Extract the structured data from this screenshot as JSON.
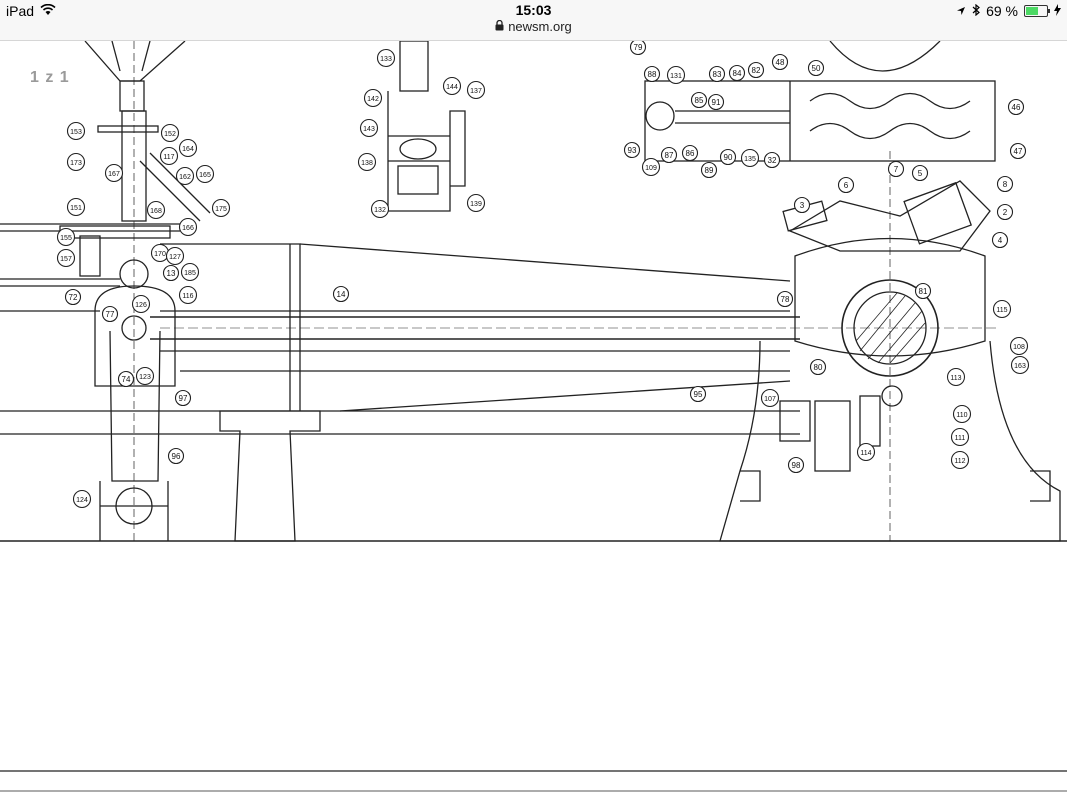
{
  "status_bar": {
    "device": "iPad",
    "time": "15:03",
    "url": "newsm.org",
    "battery": "69 %",
    "battery_level": 0.69
  },
  "document": {
    "page_indicator": "1 z 1",
    "callouts": [
      "79",
      "133",
      "144",
      "137",
      "142",
      "143",
      "138",
      "132",
      "139",
      "88",
      "131",
      "83",
      "84",
      "82",
      "48",
      "50",
      "46",
      "47",
      "85",
      "91",
      "87",
      "86",
      "90",
      "89",
      "135",
      "32",
      "93",
      "109",
      "7",
      "6",
      "5",
      "8",
      "2",
      "3",
      "4",
      "81",
      "115",
      "108",
      "163",
      "78",
      "80",
      "113",
      "110",
      "111",
      "112",
      "114",
      "107",
      "98",
      "96",
      "14",
      "153",
      "152",
      "117",
      "164",
      "173",
      "167",
      "162",
      "165",
      "175",
      "151",
      "168",
      "166",
      "155",
      "157",
      "170",
      "127",
      "13",
      "185",
      "72",
      "77",
      "126",
      "116",
      "74",
      "123",
      "97",
      "95",
      "124"
    ]
  }
}
